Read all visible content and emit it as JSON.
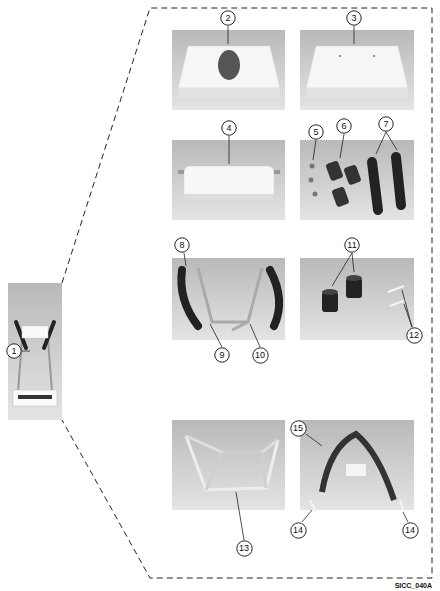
{
  "diagram": {
    "nodes": [
      {
        "text": [
          "1"
        ]
      },
      {
        "text": [
          "2"
        ]
      },
      {
        "text": [
          "3"
        ]
      },
      {
        "text": [
          "4"
        ]
      },
      {
        "text": [
          "5"
        ]
      },
      {
        "text": [
          "6"
        ]
      },
      {
        "text": [
          "7"
        ]
      },
      {
        "text": [
          "8"
        ]
      },
      {
        "text": [
          "9"
        ]
      },
      {
        "text": [
          "10"
        ]
      },
      {
        "text": [
          "11"
        ]
      },
      {
        "text": [
          "12"
        ]
      },
      {
        "text": [
          "13"
        ]
      },
      {
        "text": [
          "14"
        ]
      },
      {
        "text": [
          "14"
        ]
      },
      {
        "text": [
          "15"
        ]
      }
    ],
    "labels": [
      "SICC_040A"
    ]
  }
}
